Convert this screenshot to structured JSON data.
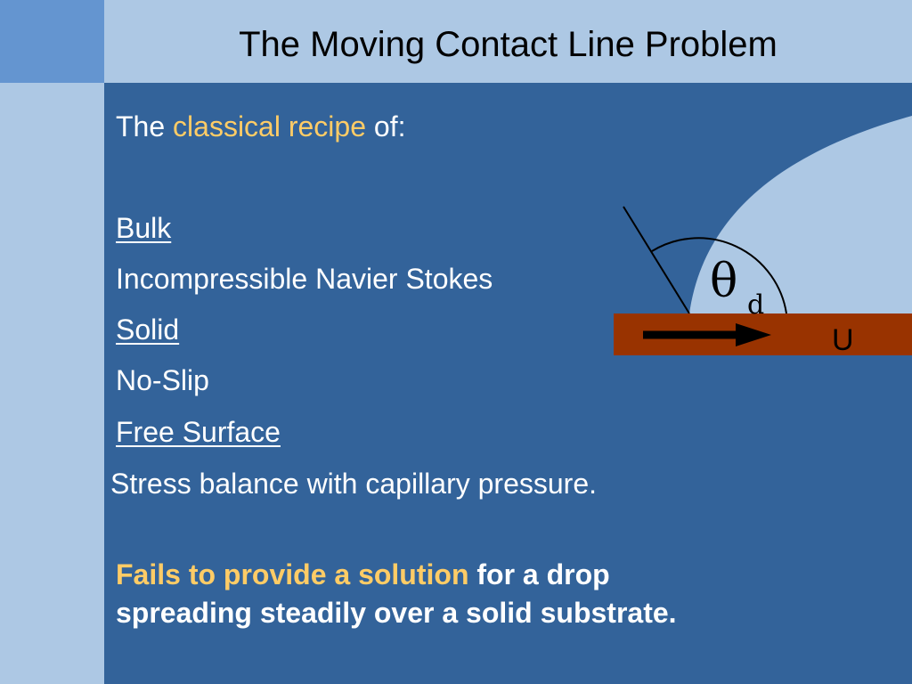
{
  "slide": {
    "title": "The Moving Contact Line Problem",
    "intro": {
      "prefix": "The ",
      "highlight": "classical recipe",
      "suffix": " of:"
    },
    "items": [
      {
        "heading": "Bulk",
        "text": "Incompressible Navier Stokes"
      },
      {
        "heading": "Solid",
        "text": "No-Slip"
      },
      {
        "heading": "Free Surface",
        "text": "Stress balance with capillary pressure."
      }
    ],
    "conclusion": {
      "highlight": "Fails to provide a solution",
      "line1_rest": " for a drop",
      "line2": "spreading steadily over a solid substrate."
    }
  },
  "diagram": {
    "angle_symbol": "θ",
    "angle_subscript": "d",
    "velocity_label": "U"
  },
  "colors": {
    "background": "#33639a",
    "title_bar": "#adc8e4",
    "corner": "#6495d0",
    "accent": "#ffcc66",
    "substrate": "#993300",
    "drop": "#adc8e4"
  }
}
